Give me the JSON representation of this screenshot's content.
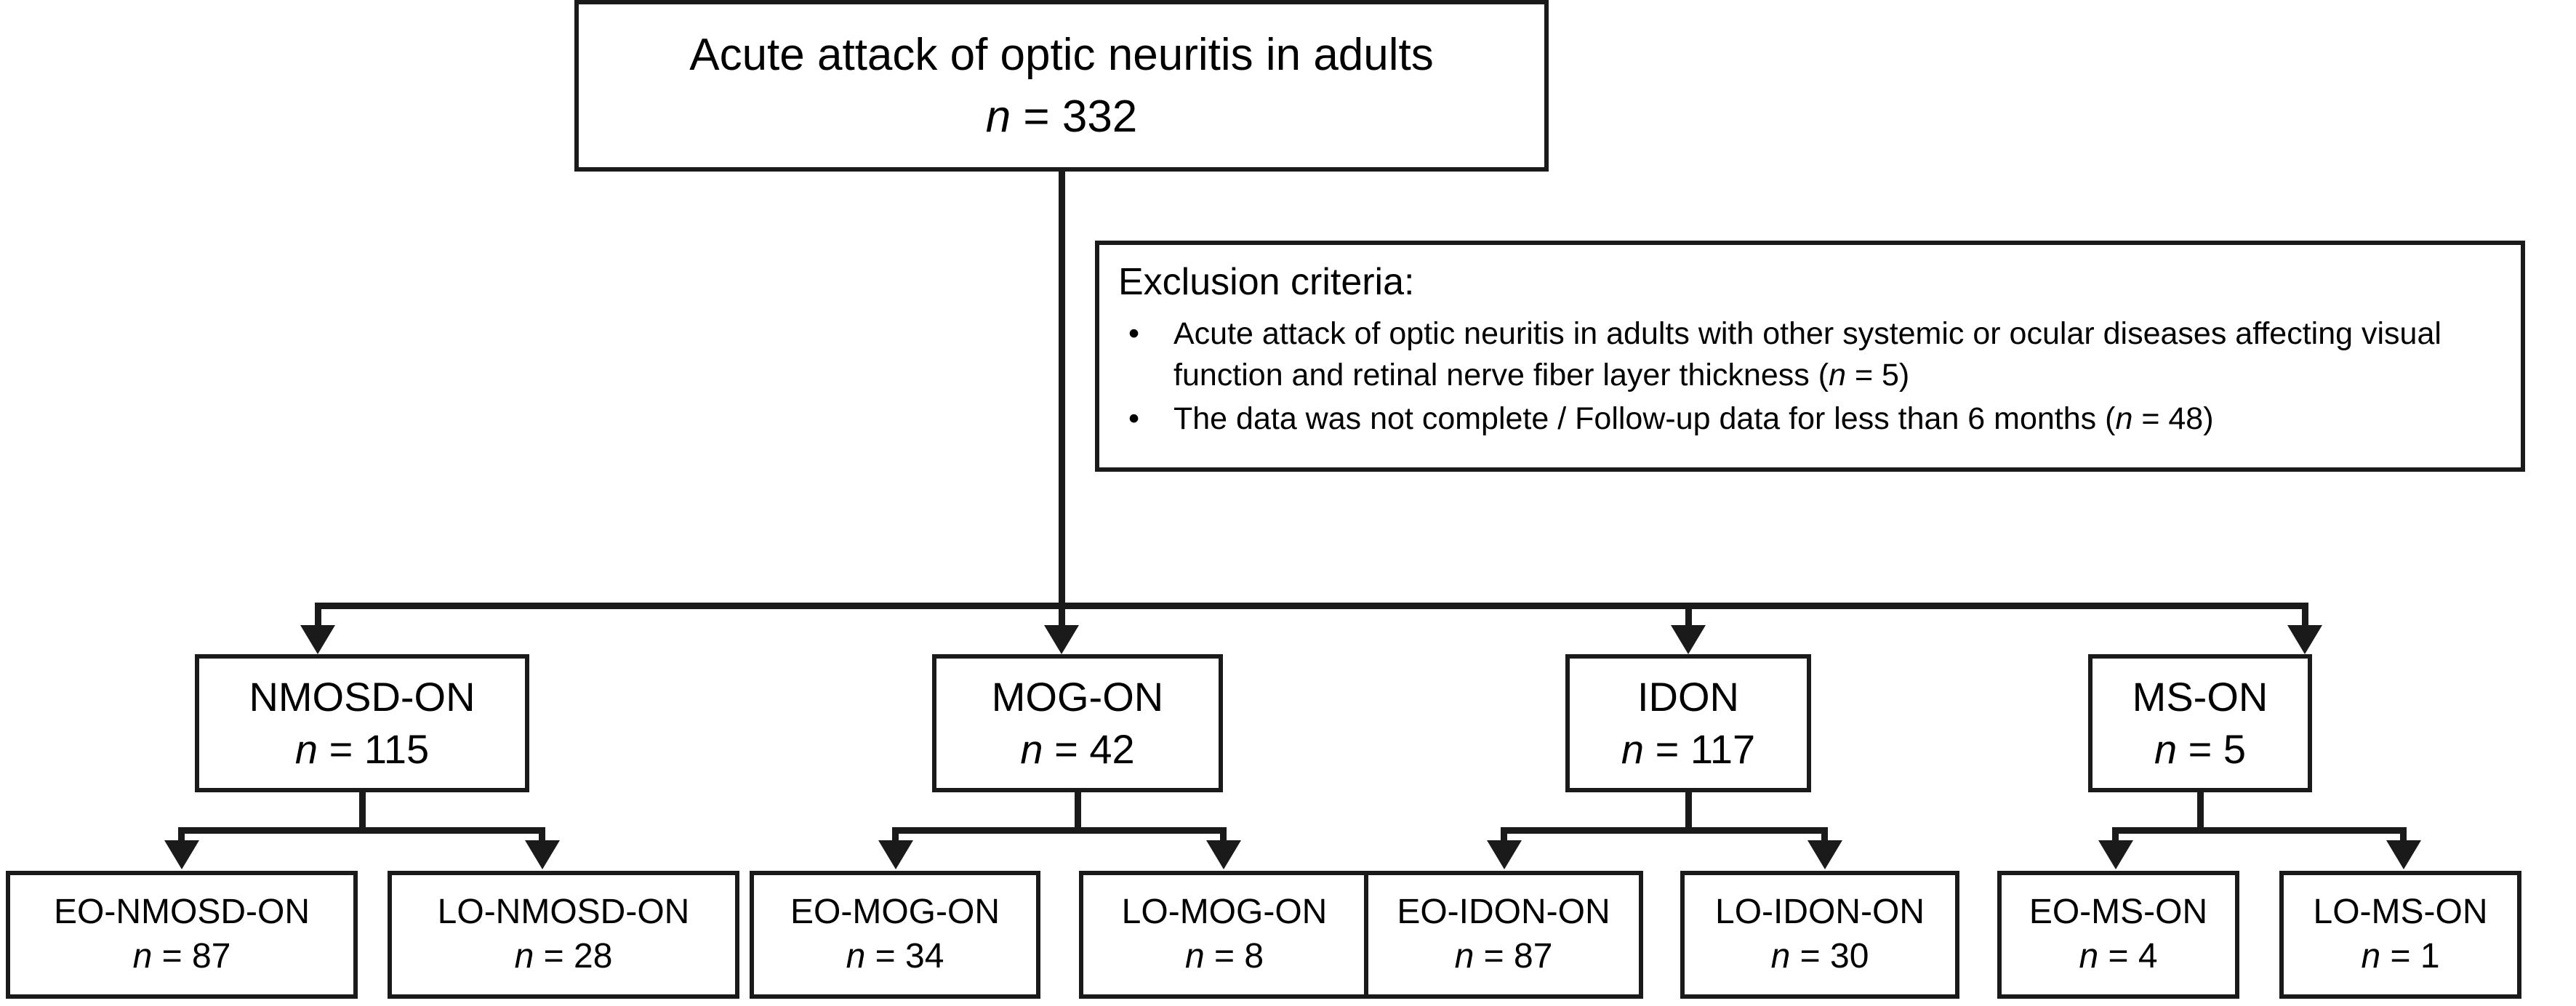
{
  "figure": {
    "type": "flowchart",
    "title": "Patient enrollment flow diagram for acute optic neuritis in adults"
  },
  "root": {
    "label": "Acute attack of optic neuritis in adults",
    "n_prefix": "n",
    "n_label": "n = 332",
    "n_value": 332
  },
  "exclusion": {
    "heading": "Exclusion criteria:",
    "bullet_glyph": "•",
    "items": [
      {
        "text": "Acute attack of optic neuritis in adults with other systemic or ocular diseases affecting visual function and retinal nerve fiber layer thickness (n = 5)",
        "n_value": 5
      },
      {
        "text": "The data was not complete / Follow-up data for less than 6 months (n = 48)",
        "n_value": 48
      }
    ]
  },
  "groups": [
    {
      "key": "nmosd",
      "label": "NMOSD-ON",
      "n_label": "n = 115",
      "n_value": 115,
      "children": [
        {
          "key": "eo-nmosd",
          "label": "EO-NMOSD-ON",
          "n_label": "n = 87",
          "n_value": 87
        },
        {
          "key": "lo-nmosd",
          "label": "LO-NMOSD-ON",
          "n_label": "n = 28",
          "n_value": 28
        }
      ]
    },
    {
      "key": "mog",
      "label": "MOG-ON",
      "n_label": "n = 42",
      "n_value": 42,
      "children": [
        {
          "key": "eo-mog",
          "label": "EO-MOG-ON",
          "n_label": "n = 34",
          "n_value": 34
        },
        {
          "key": "lo-mog",
          "label": "LO-MOG-ON",
          "n_label": "n = 8",
          "n_value": 8
        }
      ]
    },
    {
      "key": "idon",
      "label": "IDON",
      "n_label": "n = 117",
      "n_value": 117,
      "children": [
        {
          "key": "eo-idon",
          "label": "EO-IDON-ON",
          "n_label": "n = 87",
          "n_value": 87
        },
        {
          "key": "lo-idon",
          "label": "LO-IDON-ON",
          "n_label": "n = 30",
          "n_value": 30
        }
      ]
    },
    {
      "key": "ms",
      "label": "MS-ON",
      "n_label": "n = 5",
      "n_value": 5,
      "children": [
        {
          "key": "eo-ms",
          "label": "EO-MS-ON",
          "n_label": "n = 4",
          "n_value": 4
        },
        {
          "key": "lo-ms",
          "label": "LO-MS-ON",
          "n_label": "n = 1",
          "n_value": 1
        }
      ]
    }
  ],
  "colors": {
    "stroke": "#1a1a1a",
    "background": "#ffffff",
    "text": "#000000"
  }
}
